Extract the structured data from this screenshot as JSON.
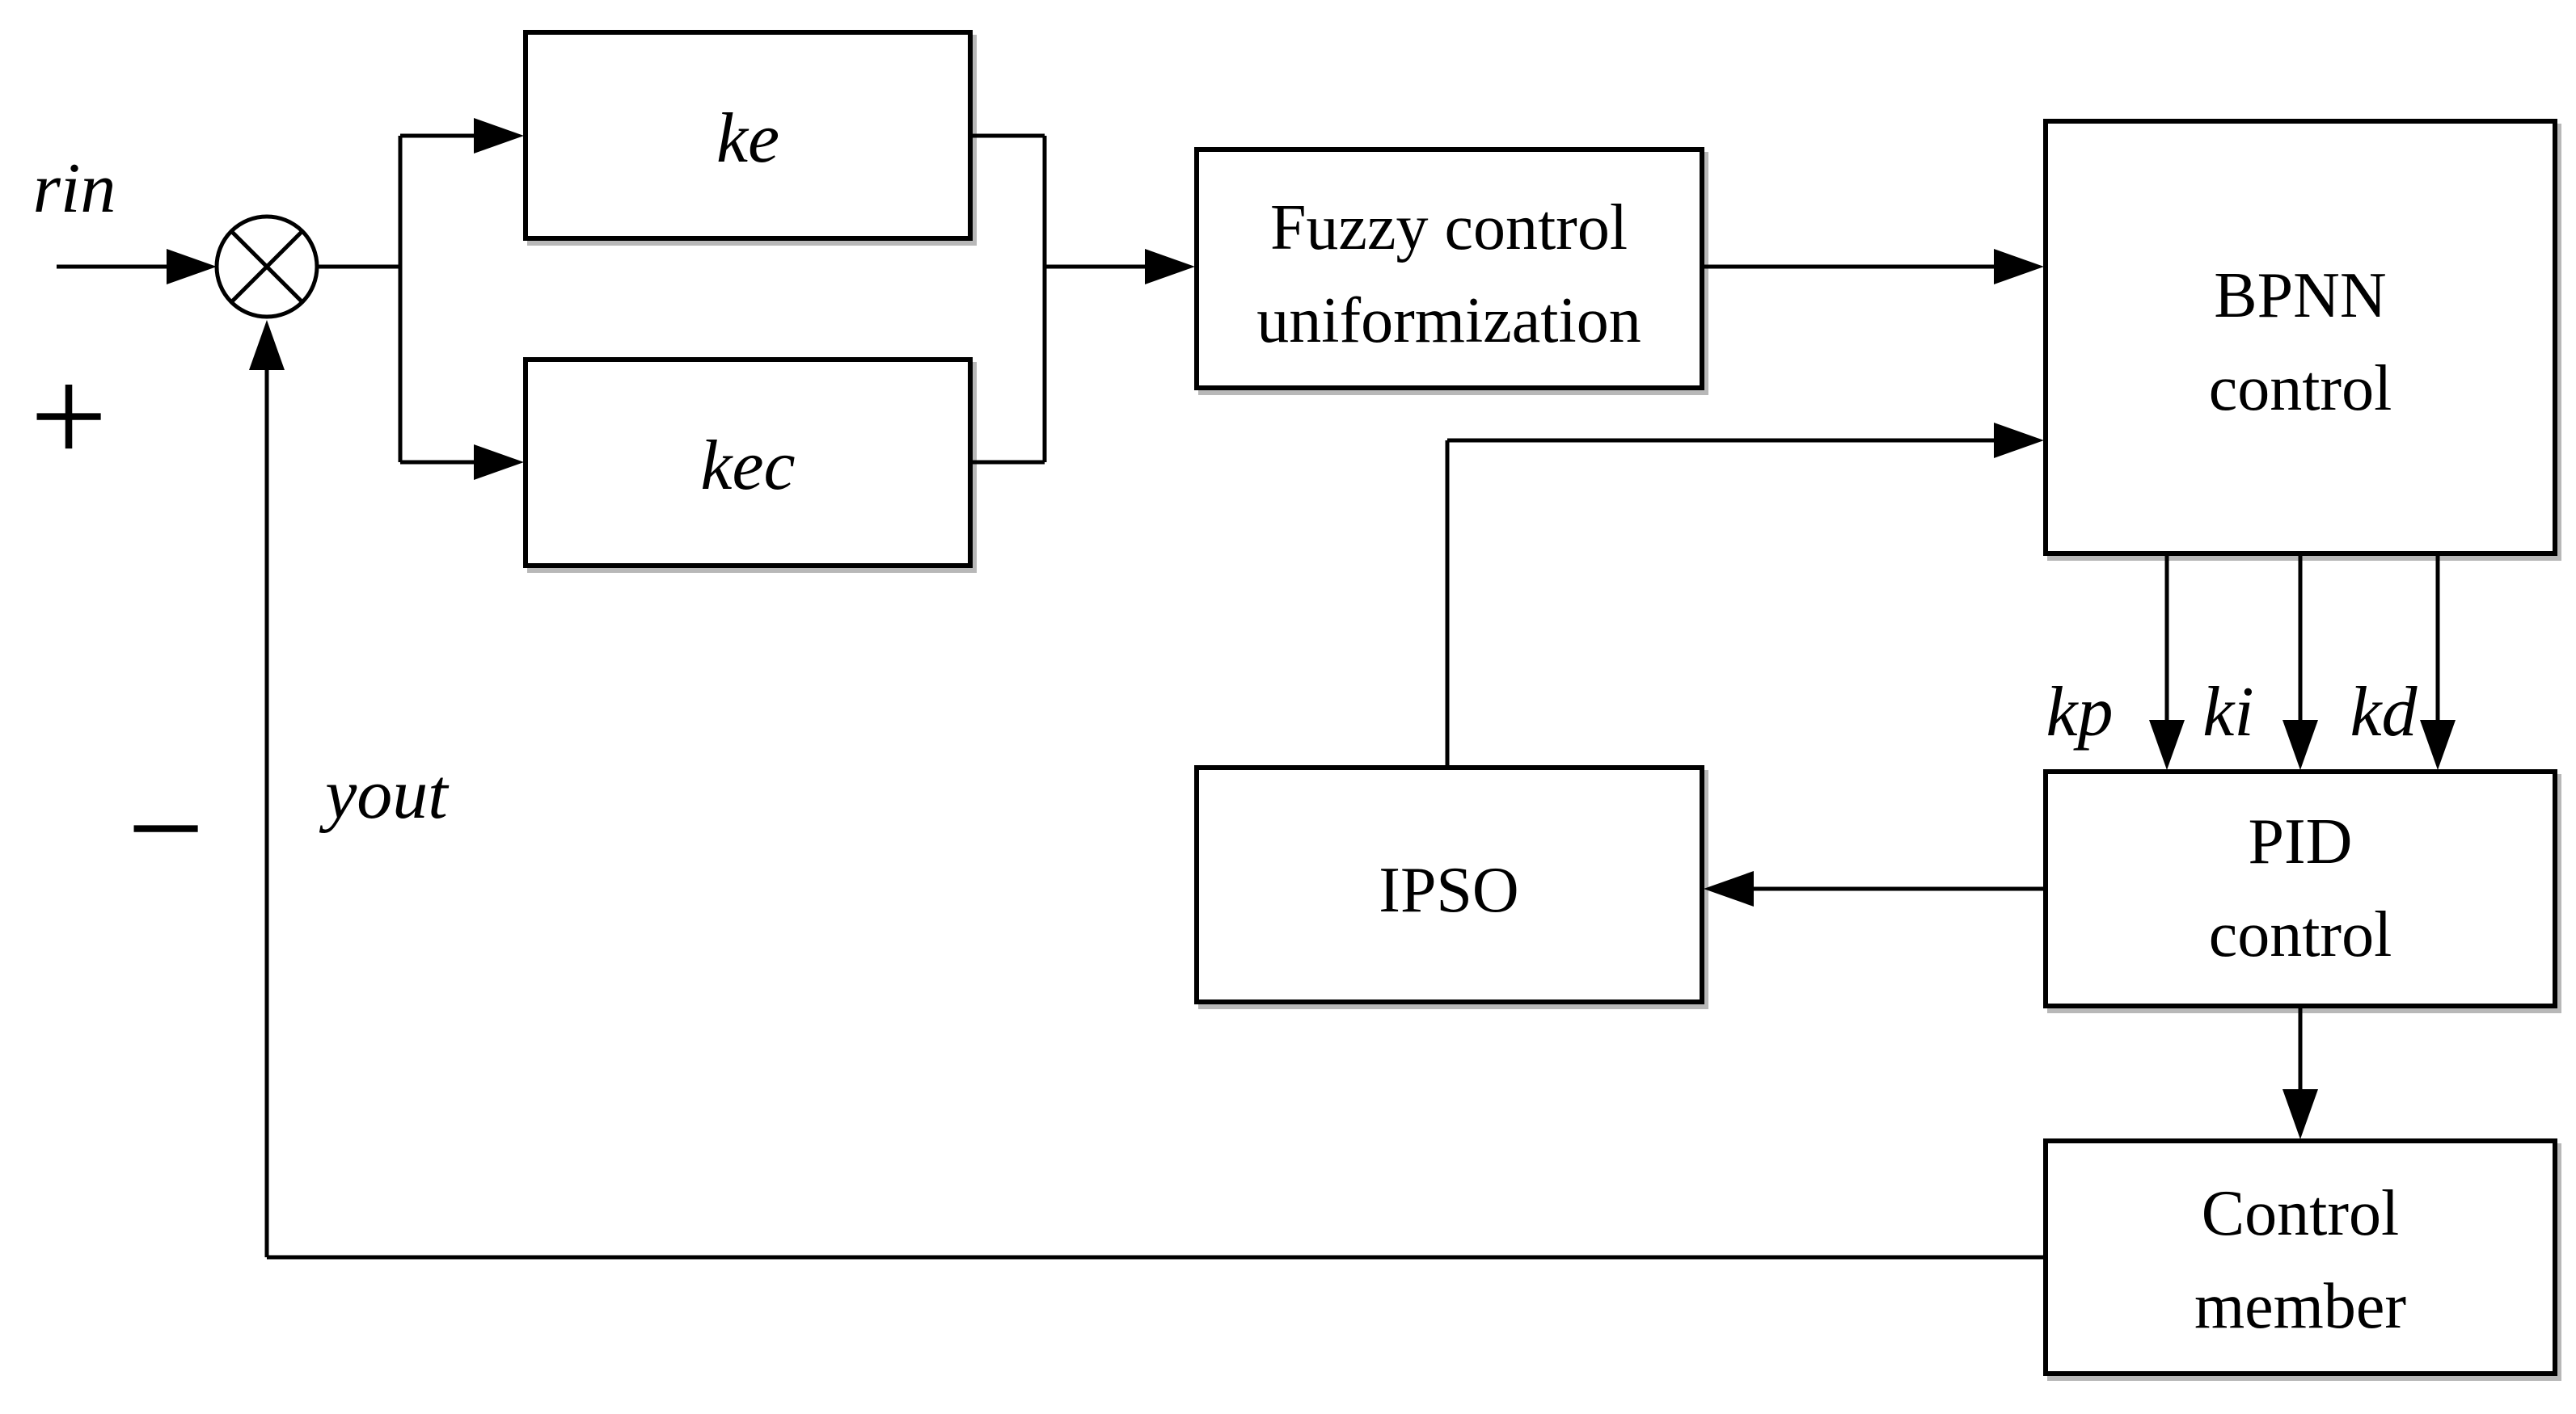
{
  "colors": {
    "background": "#ffffff",
    "stroke": "#000000"
  },
  "labels": {
    "input_signal": "rin",
    "plus_sign": "+",
    "minus_sign": "−",
    "output_signal": "yout",
    "gain_kp": "kp",
    "gain_ki": "ki",
    "gain_kd": "kd"
  },
  "blocks": {
    "ke": {
      "label": "ke"
    },
    "kec": {
      "label": "kec"
    },
    "fuzzy": {
      "line1": "Fuzzy control",
      "line2": "uniformization"
    },
    "bpnn": {
      "line1": "BPNN",
      "line2": "control"
    },
    "pid": {
      "line1": "PID",
      "line2": "control"
    },
    "ipso": {
      "label": "IPSO"
    },
    "control_member": {
      "line1": "Control",
      "line2": "member"
    }
  }
}
